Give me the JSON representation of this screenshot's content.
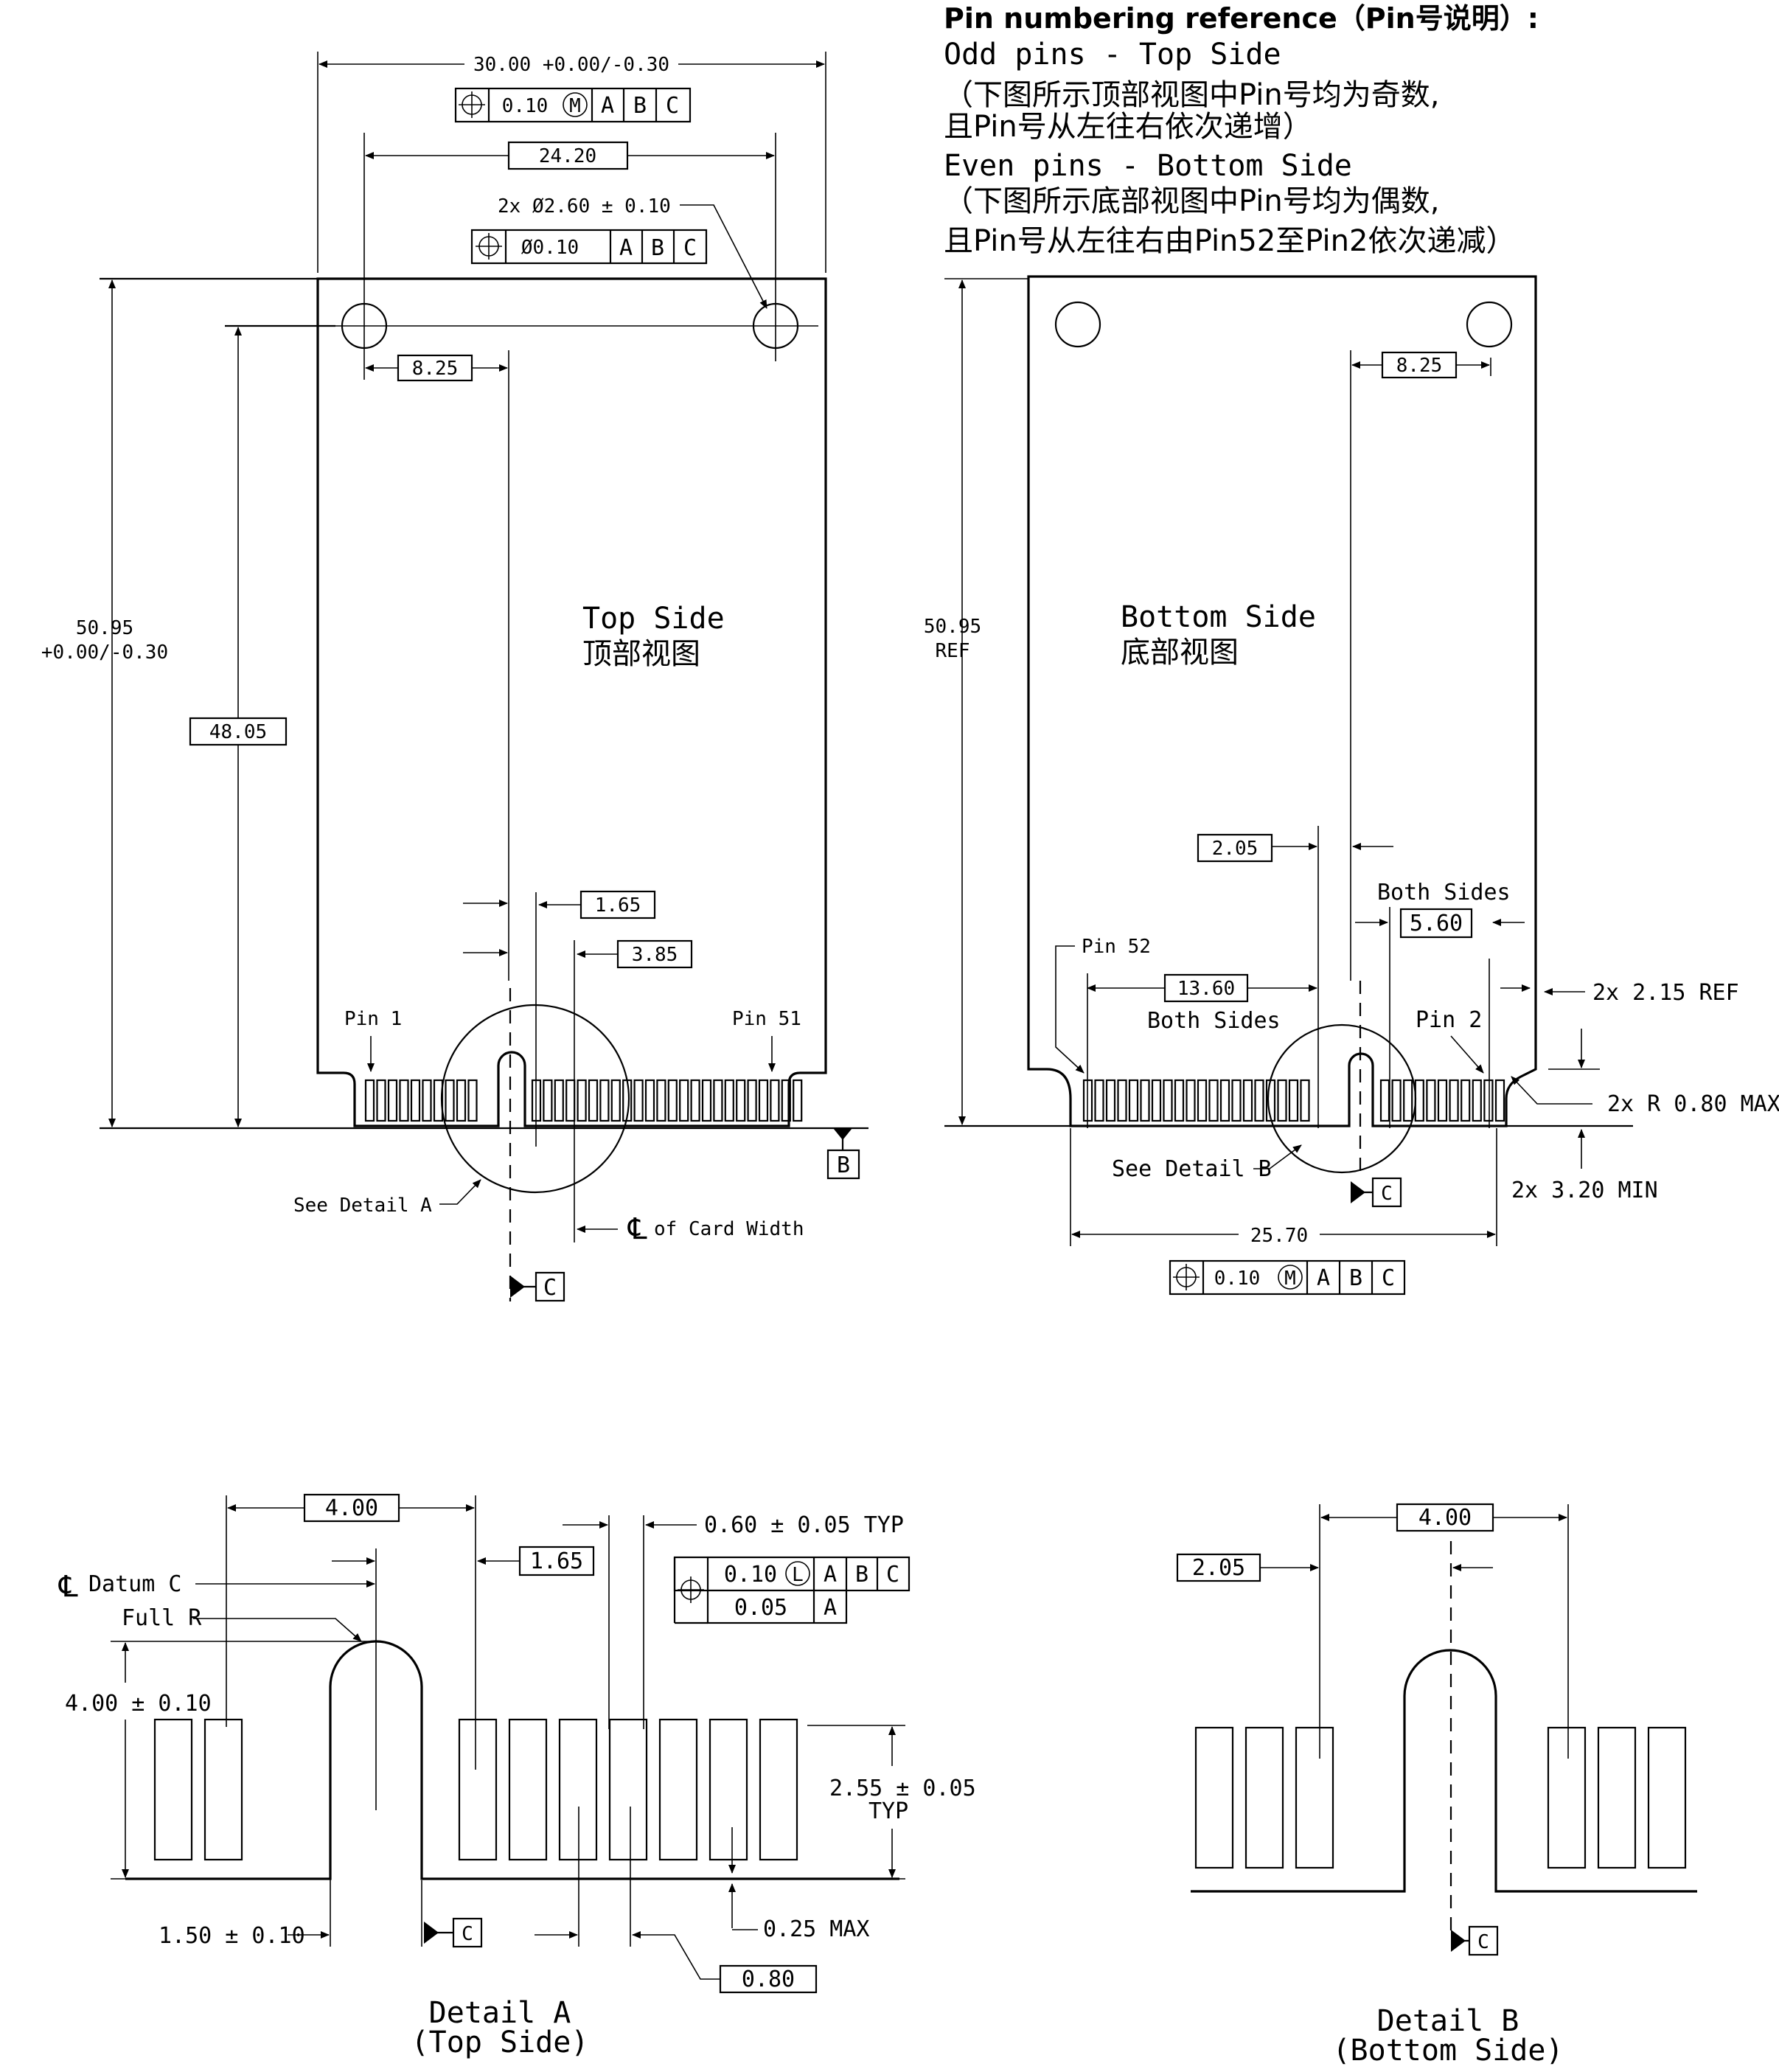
{
  "header": {
    "title": "Pin numbering reference（Pin号说明）:",
    "odd_label": "Odd pins  -  Top Side",
    "odd_note_1": "（下图所示顶部视图中Pin号均为奇数,",
    "odd_note_2": "且Pin号从左往右依次递增）",
    "even_label": "Even pins  -  Bottom Side",
    "even_note_1": "（下图所示底部视图中Pin号均为偶数,",
    "even_note_2": "且Pin号从左往右由Pin52至Pin2依次递减）"
  },
  "top_view": {
    "label_en": "Top Side",
    "label_cn": "顶部视图",
    "width_dim": "30.00 +0.00/-0.30",
    "fcf_width": [
      "0.10",
      "M",
      "A",
      "B",
      "C"
    ],
    "hole_span": "24.20",
    "hole_dia": "2x Ø2.60 ± 0.10",
    "fcf_hole": [
      "Ø0.10",
      "A",
      "B",
      "C"
    ],
    "hole_offset": "8.25",
    "height_dim_1": "50.95",
    "height_dim_2": "+0.00/-0.30",
    "hole_height": "48.05",
    "dim_165": "1.65",
    "dim_385": "3.85",
    "pin_first": "Pin 1",
    "pin_last": "Pin 51",
    "see_detail": "See Detail A",
    "card_width": "of Card Width",
    "datum_b": "B",
    "datum_c": "C"
  },
  "bottom_view": {
    "label_en": "Bottom Side",
    "label_cn": "底部视图",
    "hole_offset": "8.25",
    "height_dim_1": "50.95",
    "height_dim_2": "REF",
    "dim_205": "2.05",
    "both_sides_1": "Both Sides",
    "dim_560": "5.60",
    "pin_first": "Pin 52",
    "dim_1360": "13.60",
    "both_sides_2": "Both Sides",
    "pin_last": "Pin 2",
    "ref_215": "2x 2.15 REF",
    "radius": "2x R 0.80 MAX",
    "min_320": "2x 3.20 MIN",
    "see_detail": "See Detail B",
    "datum_c": "C",
    "width_dim": "25.70",
    "fcf": [
      "0.10",
      "M",
      "A",
      "B",
      "C"
    ]
  },
  "detail_a": {
    "dim_400": "4.00",
    "datum_c_label": "Datum C",
    "full_r": "Full R",
    "dim_400_tol": "4.00 ± 0.10",
    "dim_165": "1.65",
    "dim_060": "0.60 ± 0.05 TYP",
    "fcf_row1": [
      "0.10",
      "L",
      "A",
      "B",
      "C"
    ],
    "fcf_row2": [
      "0.05",
      "A"
    ],
    "dim_255": "2.55 ± 0.05",
    "dim_255_typ": "TYP",
    "dim_150": "1.50 ± 0.10",
    "datum_c": "C",
    "dim_025": "0.25 MAX",
    "dim_080": "0.80",
    "caption_1": "Detail A",
    "caption_2": "(Top Side)"
  },
  "detail_b": {
    "dim_400": "4.00",
    "dim_205": "2.05",
    "datum_c": "C",
    "caption_1": "Detail B",
    "caption_2": "(Bottom Side)"
  }
}
